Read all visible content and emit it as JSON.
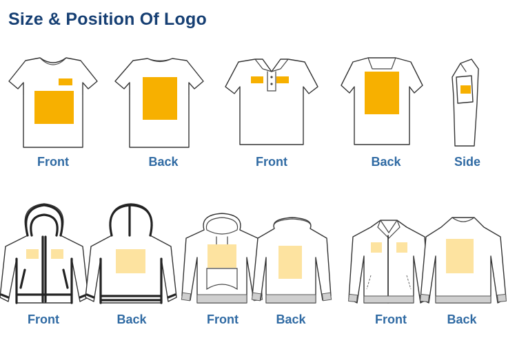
{
  "title": "Size & Position Of Logo",
  "colors": {
    "title": "#163f73",
    "label": "#2f6aa3",
    "logo_tshirt": "#f7b000",
    "logo_hoodie": "#fde3a0"
  },
  "row1": {
    "tshirt_front": "Front",
    "tshirt_back": "Back",
    "polo_front": "Front",
    "polo_back": "Back",
    "polo_side": "Side"
  },
  "row2": {
    "zip_hoodie_front": "Front",
    "zip_hoodie_back": "Back",
    "pullover_hoodie_front": "Front",
    "pullover_hoodie_back": "Back",
    "jacket_front": "Front",
    "jacket_back": "Back"
  }
}
